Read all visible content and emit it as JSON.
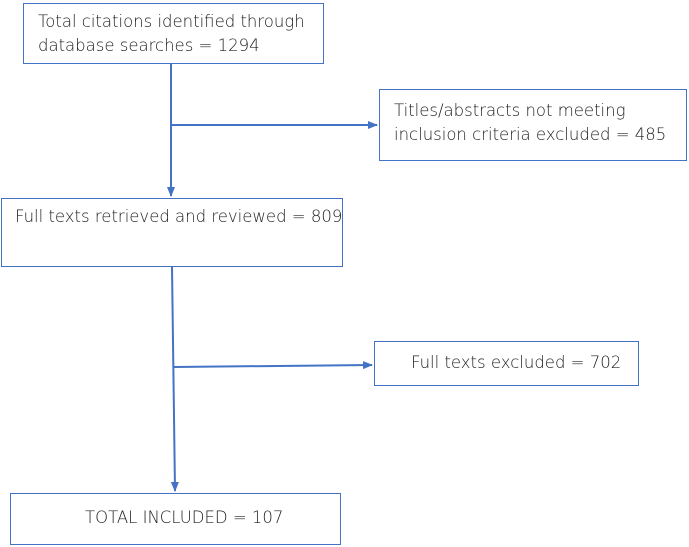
{
  "diagram": {
    "nodes": {
      "total_citations": {
        "lines": [
          "Total citations identified through",
          "database searches = 1294"
        ]
      },
      "excluded_titles": {
        "lines": [
          "Titles/abstracts not meeting",
          "inclusion criteria excluded = 485"
        ]
      },
      "full_texts_reviewed": {
        "lines": [
          "Full texts retrieved and reviewed = 809"
        ]
      },
      "full_texts_excluded": {
        "lines": [
          "Full texts excluded = 702"
        ]
      },
      "total_included": {
        "lines": [
          "TOTAL INCLUDED = 107"
        ]
      }
    },
    "edges": [
      {
        "from": "total_citations",
        "to": "full_texts_reviewed"
      },
      {
        "from": "total_citations",
        "to": "excluded_titles"
      },
      {
        "from": "full_texts_reviewed",
        "to": "total_included"
      },
      {
        "from": "full_texts_reviewed",
        "to": "full_texts_excluded"
      }
    ],
    "colors": {
      "connector": "#4472c4",
      "box_border": "#4472c4"
    }
  }
}
